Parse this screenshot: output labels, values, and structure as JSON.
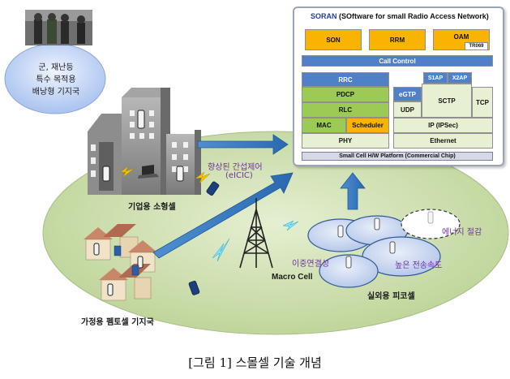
{
  "soran": {
    "title_brand": "SORAN",
    "title_rest": " (SOftware for small Radio Access Network)",
    "blocks": {
      "son": "SON",
      "rrm": "RRM",
      "oam": "OAM",
      "tr069": "TR069",
      "call_control": "Call Control",
      "rrc": "RRC",
      "pdcp": "PDCP",
      "rlc": "RLC",
      "mac": "MAC",
      "scheduler": "Scheduler",
      "phy": "PHY",
      "s1ap": "S1AP",
      "x2ap": "X2AP",
      "egtp": "eGTP",
      "udp": "UDP",
      "sctp": "SCTP",
      "tcp": "TCP",
      "ip_ipsec": "IP (IPSec)",
      "ethernet": "Ethernet",
      "platform": "Small Cell H/W Platform (Commercial Chip)"
    }
  },
  "labels": {
    "military_line1": "군, 재난등",
    "military_line2": "특수 목적용",
    "military_line3": "배낭형 기지국",
    "enterprise": "기업용 소형셀",
    "eicic_line1": "향상된 간섭제어",
    "eicic_line2": "(eICIC)",
    "home": "가정용 펨토셀 기지국",
    "macro": "Macro Cell",
    "dual_conn": "이중연결성",
    "high_speed": "높은 전송속도",
    "energy": "에너지 절감",
    "outdoor_pico": "실외용 피코셀"
  },
  "caption": "[그림 1] 스몰셀 기술 개념",
  "colors": {
    "ellipse": "#c9dea6",
    "arrow": "#2e75b6",
    "soran_brand": "#1f3f99",
    "purple_text": "#7030a0",
    "cloud": "#b9cdf0"
  }
}
